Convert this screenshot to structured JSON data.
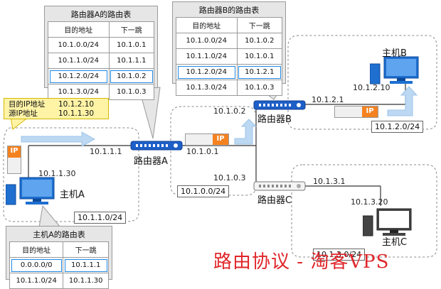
{
  "router_a": {
    "name": "路由器A",
    "if_left": "10.1.1.1",
    "if_right": "10.1.0.1"
  },
  "router_b": {
    "name": "路由器B",
    "if_left": "10.1.0.2",
    "if_right": "10.1.2.1"
  },
  "router_c": {
    "name": "路由器C",
    "if_left": "10.1.0.3",
    "if_right": "10.1.3.1"
  },
  "host_a": {
    "name": "主机A",
    "ip": "10.1.1.30"
  },
  "host_b": {
    "name": "主机B",
    "ip": "10.1.2.10"
  },
  "host_c": {
    "name": "主机C",
    "ip": "10.1.3.20"
  },
  "subnets": {
    "a": "10.1.1.0/24",
    "b": "10.1.2.0/24",
    "c": "10.1.3.0/24",
    "core": "10.1.0.0/24"
  },
  "packet_label": "IP",
  "packet_info": {
    "dst_label": "目的IP地址",
    "dst_value": "10.1.2.10",
    "src_label": "源IP地址",
    "src_value": "10.1.1.30"
  },
  "table_router_a": {
    "title": "路由器A的路由表",
    "headers": [
      "目的地址",
      "下一跳"
    ],
    "rows": [
      [
        "10.1.0.0/24",
        "10.1.0.1"
      ],
      [
        "10.1.1.0/24",
        "10.1.1.1"
      ],
      [
        "10.1.2.0/24",
        "10.1.0.2"
      ],
      [
        "10.1.3.0/24",
        "10.1.0.3"
      ]
    ],
    "highlight_row": 2
  },
  "table_router_b": {
    "title": "路由器B的路由表",
    "headers": [
      "目的地址",
      "下一跳"
    ],
    "rows": [
      [
        "10.1.0.0/24",
        "10.1.0.2"
      ],
      [
        "10.1.1.0/24",
        "10.1.0.1"
      ],
      [
        "10.1.2.0/24",
        "10.1.2.1"
      ],
      [
        "10.1.3.0/24",
        "10.1.0.3"
      ]
    ],
    "highlight_row": 2
  },
  "table_host_a": {
    "title": "主机A的路由表",
    "headers": [
      "目的地址",
      "下一跳"
    ],
    "rows": [
      [
        "0.0.0.0/0",
        "10.1.1.1"
      ],
      [
        "10.1.1.0/24",
        "10.1.1.30"
      ]
    ],
    "highlight_row": 0
  },
  "watermark": "路由协议 - 淘客VPS",
  "colors": {
    "router": "#1e5fc8",
    "host": "#1e6fd0",
    "ip_box": "#f58220",
    "arrow": "#bcd8f2",
    "note": "#fff3a6",
    "highlight": "#1e88e5",
    "watermark": "#e0262a"
  }
}
